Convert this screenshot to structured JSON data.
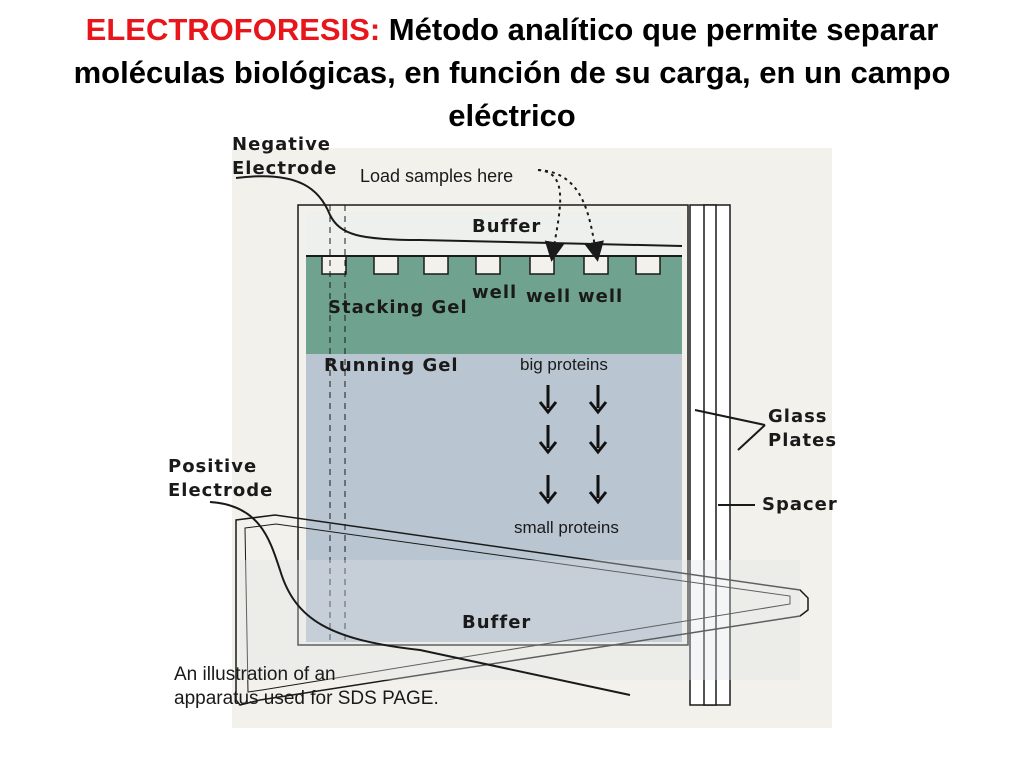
{
  "title": {
    "keyword": "ELECTROFORESIS:",
    "rest": " Método analítico que permite separar moléculas biológicas, en función de su carga, en un campo eléctrico"
  },
  "labels": {
    "negative_electrode_1": "Negative",
    "negative_electrode_2": "Electrode",
    "load_samples": "Load samples here",
    "buffer_top": "Buffer",
    "well_1": "well",
    "well_2": "well",
    "well_3": "well",
    "stacking_gel": "Stacking Gel",
    "running_gel": "Running Gel",
    "big_proteins": "big proteins",
    "small_proteins": "small proteins",
    "glass_plates_1": "Glass",
    "glass_plates_2": "Plates",
    "spacer": "Spacer",
    "positive_electrode_1": "Positive",
    "positive_electrode_2": "Electrode",
    "buffer_bottom": "Buffer",
    "caption_1": "An illustration of an",
    "caption_2": "apparatus used for SDS PAGE."
  },
  "colors": {
    "title_keyword": "#e8151b",
    "stacking_gel": "#6fa38f",
    "running_gel": "#b9c5d0",
    "background_panel": "#f3f1ec"
  }
}
